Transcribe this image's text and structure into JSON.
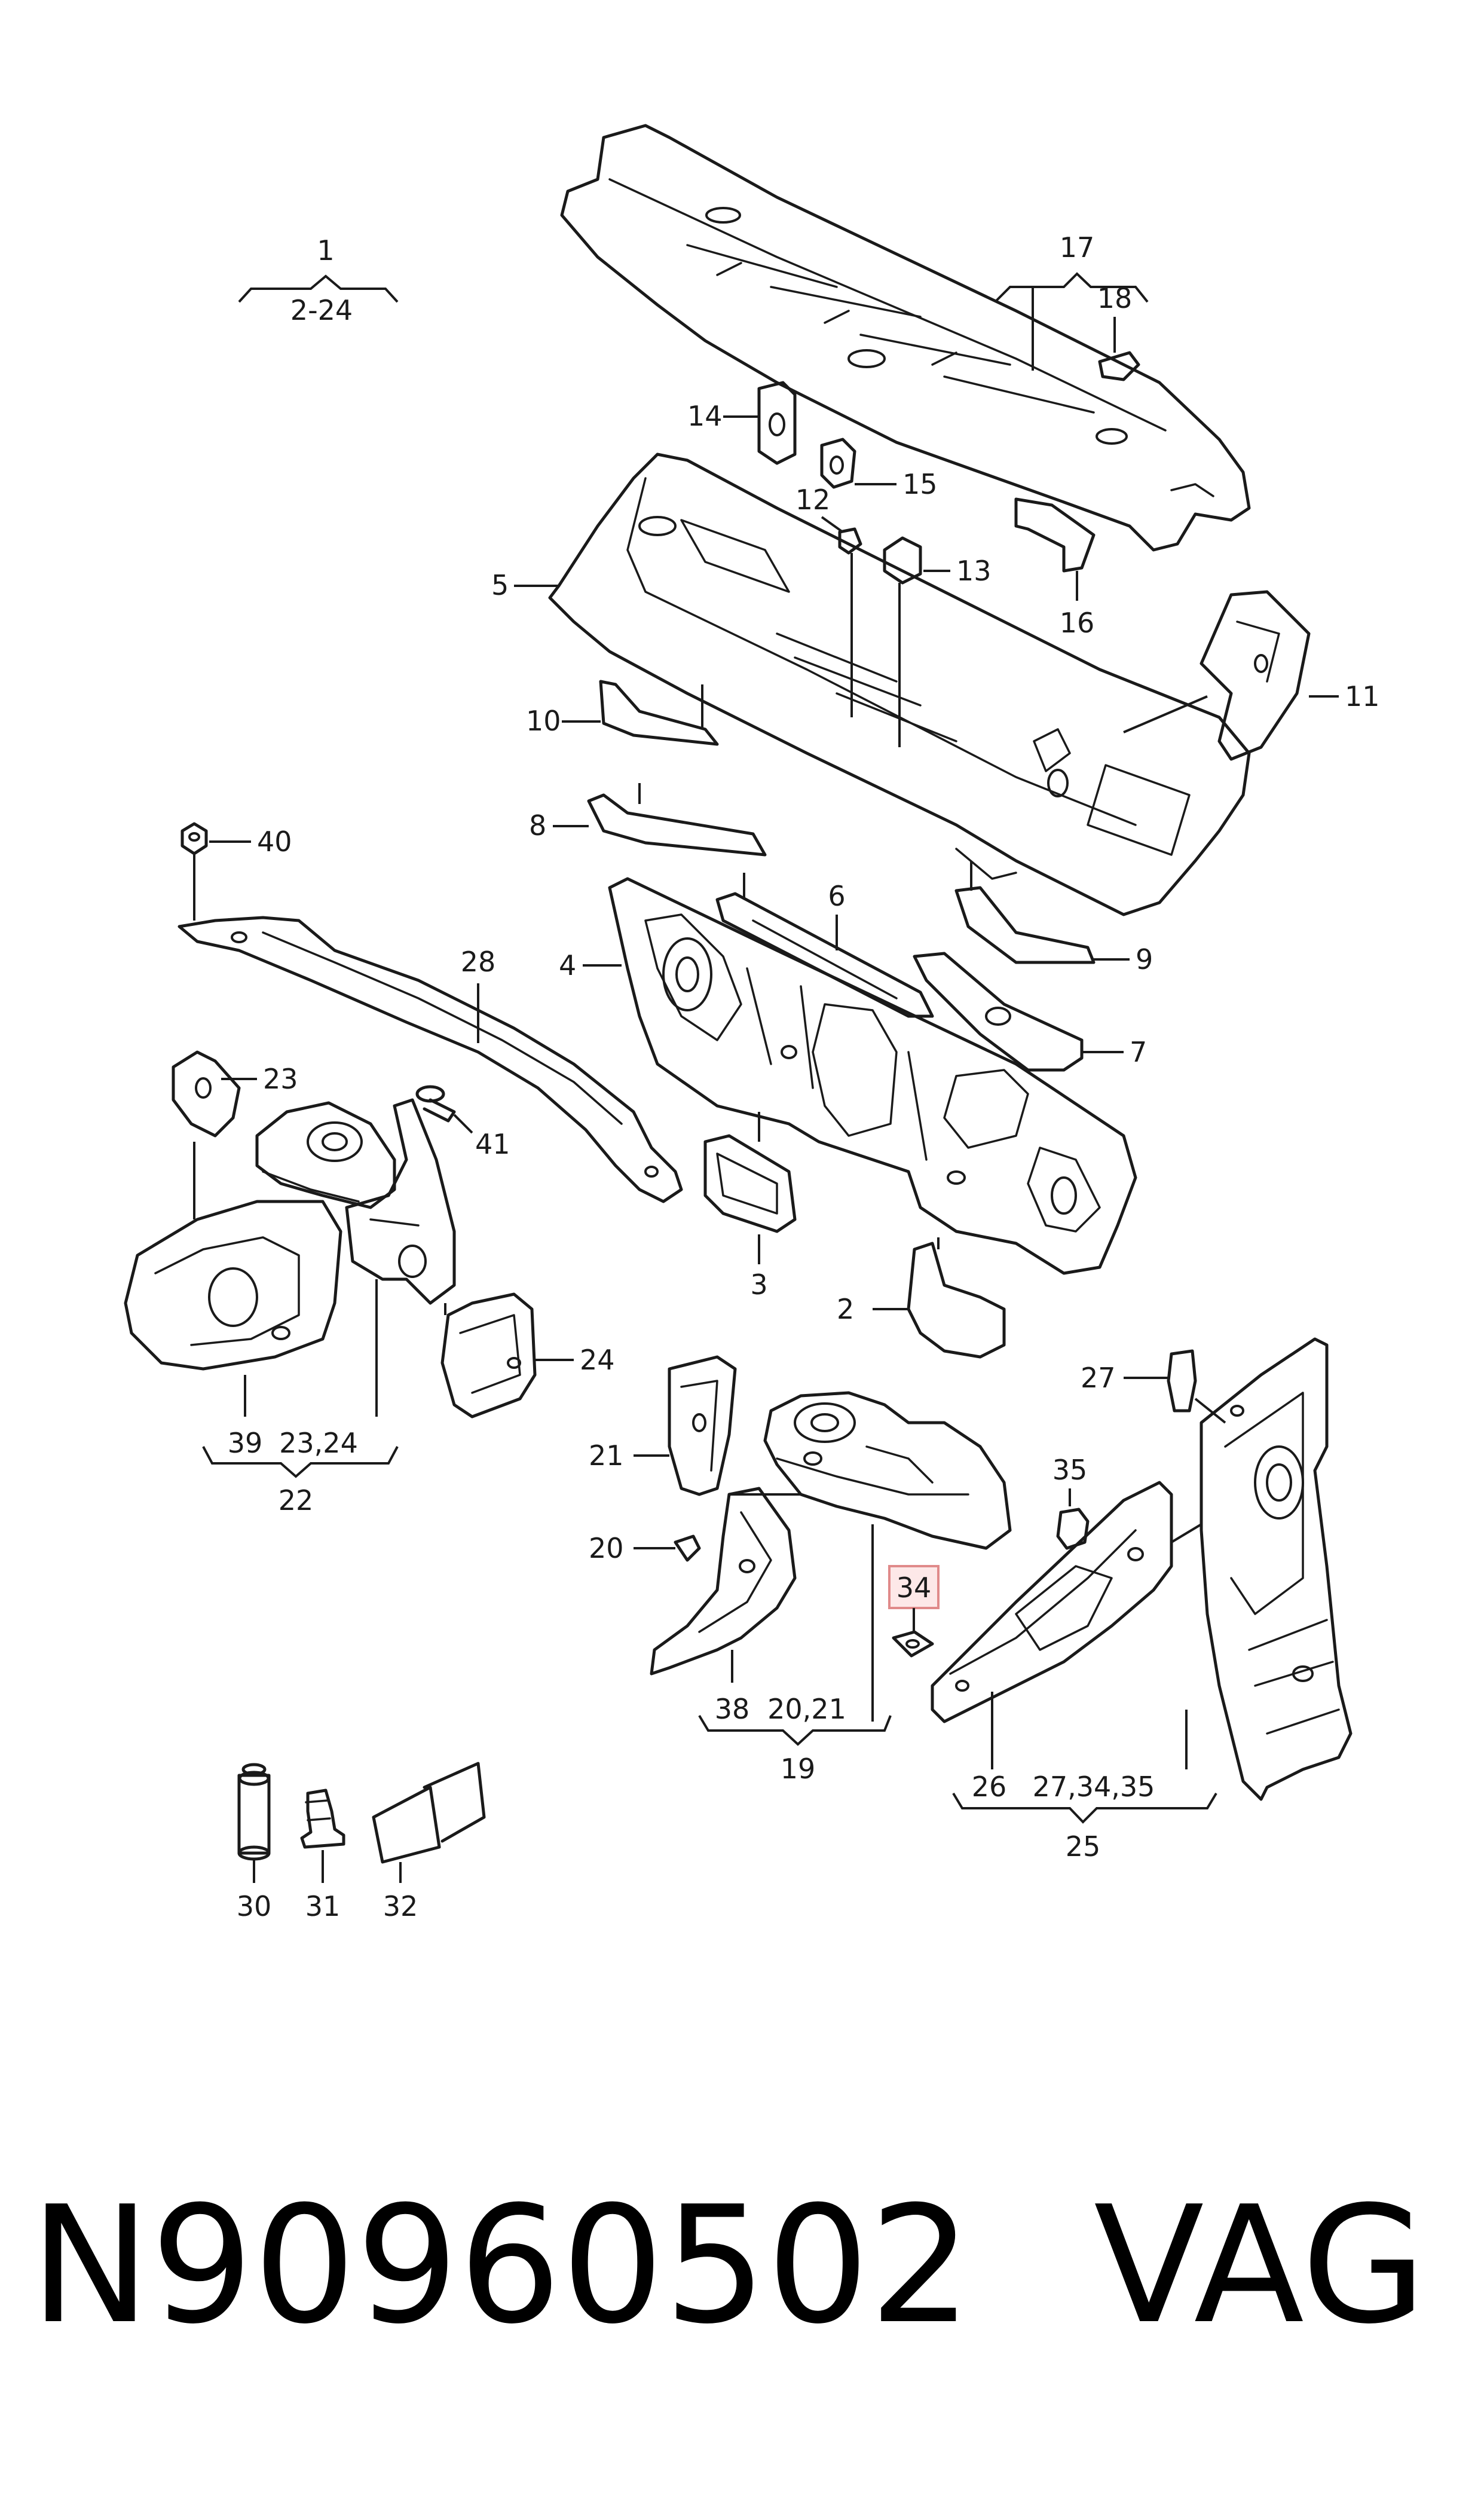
{
  "callouts": {
    "c1": "1",
    "c1_range": "2-24",
    "c2": "2",
    "c3": "3",
    "c4": "4",
    "c5": "5",
    "c6": "6",
    "c7": "7",
    "c8": "8",
    "c9": "9",
    "c10": "10",
    "c11": "11",
    "c12": "12",
    "c13": "13",
    "c14": "14",
    "c15": "15",
    "c16": "16",
    "c17": "17",
    "c18": "18",
    "c19": "19",
    "c19_sub_a": "38",
    "c19_sub_b": "20,21",
    "c20": "20",
    "c21": "21",
    "c22": "22",
    "c22_sub_a": "39",
    "c22_sub_b": "23,24",
    "c23": "23",
    "c24": "24",
    "c25": "25",
    "c25_sub_a": "26",
    "c25_sub_b": "27,34,35",
    "c27": "27",
    "c28": "28",
    "c30": "30",
    "c31": "31",
    "c32": "32",
    "c34": "34",
    "c35": "35",
    "c40": "40",
    "c41": "41"
  },
  "highlighted_callout": "34",
  "highlight_color": "#fde8e8",
  "footer": {
    "part_number": "N90960502",
    "brand": "VAG"
  }
}
